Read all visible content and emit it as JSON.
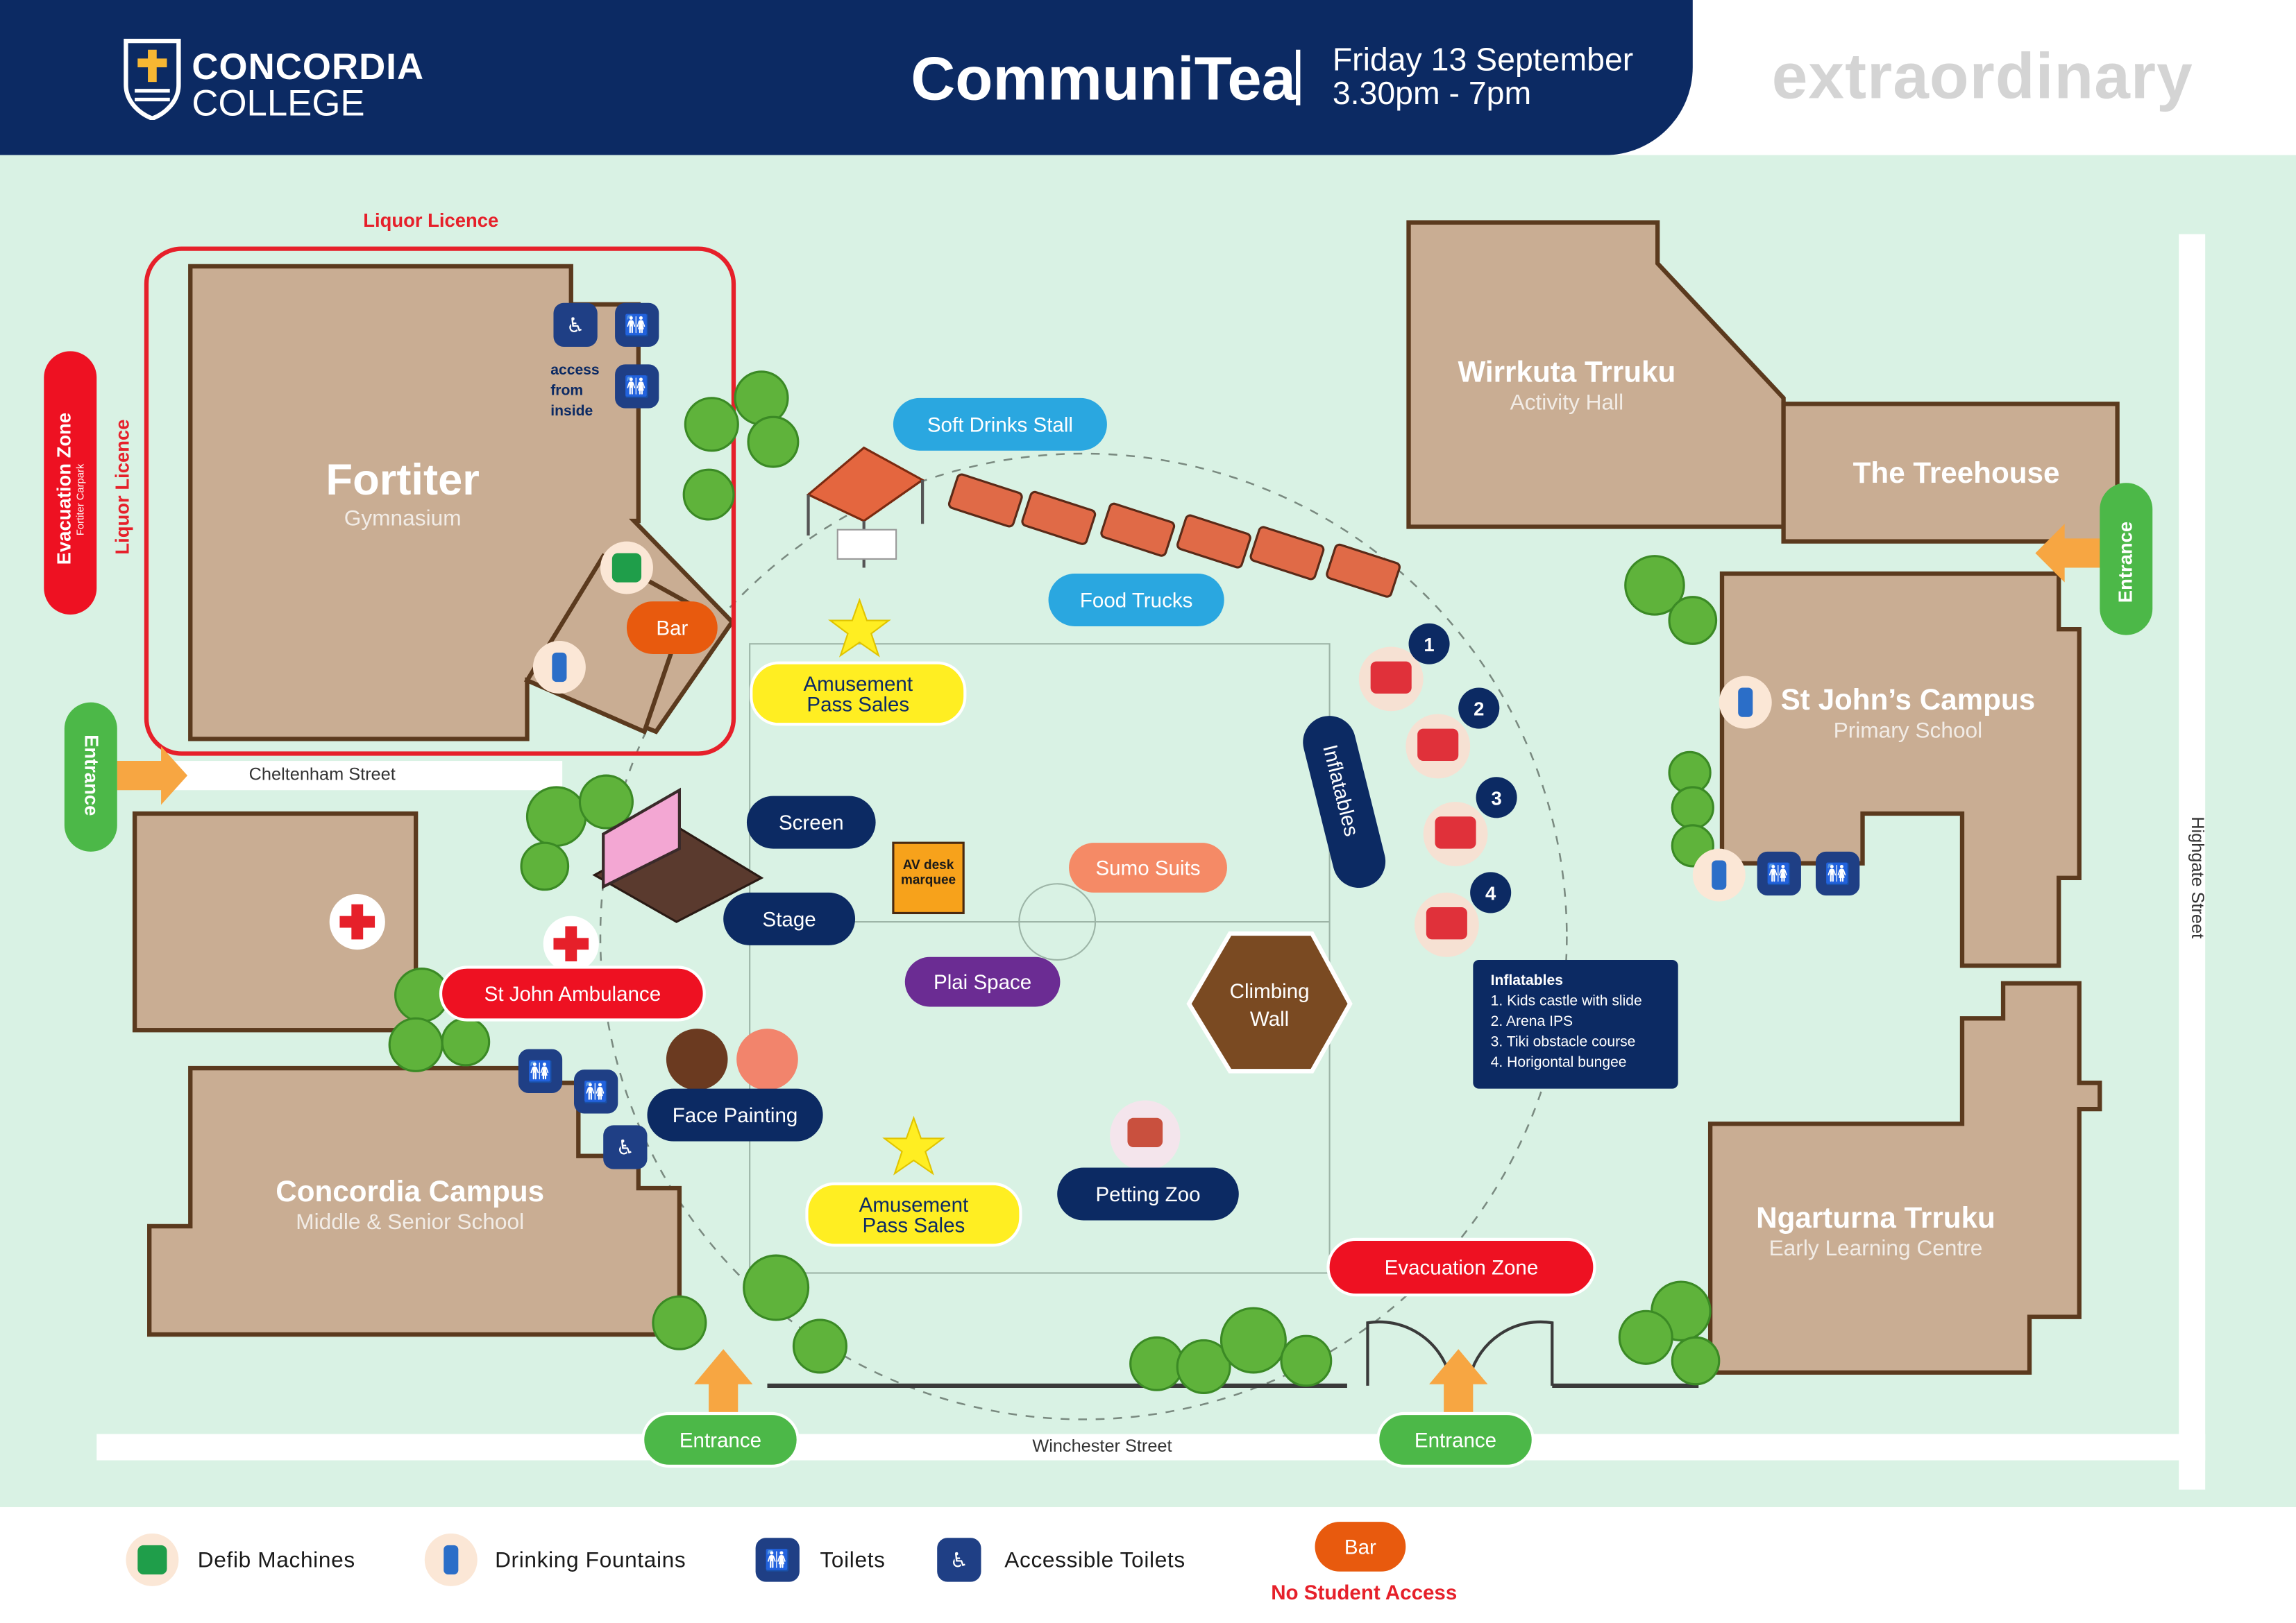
{
  "header": {
    "logo_line1": "CONCORDIA",
    "logo_line2": "COLLEGE",
    "event_title": "CommuniTea",
    "event_date": "Friday 13 September",
    "event_time": "3.30pm - 7pm",
    "tagline": "extraordinary"
  },
  "buildings": {
    "fortiter": {
      "name": "Fortiter",
      "sub": "Gymnasium"
    },
    "wirrkuta": {
      "name": "Wirrkuta Trruku",
      "sub": "Activity Hall"
    },
    "treehouse": {
      "name": "The Treehouse"
    },
    "stjohns": {
      "name": "St John’s Campus",
      "sub": "Primary School"
    },
    "concordia": {
      "name": "Concordia Campus",
      "sub": "Middle & Senior School"
    },
    "ngarturna": {
      "name": "Ngarturna Trruku",
      "sub": "Early Learning Centre"
    }
  },
  "labels": {
    "liquor_licence": "Liquor Licence",
    "evacuation_zone": "Evacuation Zone",
    "fortiter_carpark": "Fortiter Carpark",
    "access_line1": "access",
    "access_line2": "from",
    "access_line3": "inside",
    "av_desk1": "AV desk",
    "av_desk2": "marquee",
    "climbing_wall1": "Climbing",
    "climbing_wall2": "Wall"
  },
  "pills": {
    "soft_drinks": "Soft Drinks Stall",
    "food_trucks": "Food Trucks",
    "bar": "Bar",
    "amusement1_l1": "Amusement",
    "amusement1_l2": "Pass Sales",
    "amusement2_l1": "Amusement",
    "amusement2_l2": "Pass Sales",
    "screen": "Screen",
    "stage": "Stage",
    "sumo": "Sumo Suits",
    "plai": "Plai Space",
    "st_john_amb": "St John Ambulance",
    "face_painting": "Face Painting",
    "petting_zoo": "Petting Zoo",
    "evac_zone_bottom": "Evacuation Zone",
    "entrance_left": "Entrance",
    "entrance_right": "Entrance",
    "entrance_bottom1": "Entrance",
    "entrance_bottom2": "Entrance",
    "inflatables": "Inflatables"
  },
  "streets": {
    "cheltenham": "Cheltenham Street",
    "winchester": "Winchester Street",
    "highgate": "Highgate Street"
  },
  "inflatables": {
    "title": "Inflatables",
    "items": [
      "1. Kids castle with slide",
      "2. Arena IPS",
      "3. Tiki obstacle course",
      "4. Horigontal bungee"
    ],
    "numbers": [
      "1",
      "2",
      "3",
      "4"
    ]
  },
  "legend": {
    "defib": "Defib Machines",
    "fountains": "Drinking Fountains",
    "toilets": "Toilets",
    "accessible": "Accessible Toilets",
    "bar": "Bar",
    "no_student": "No Student Access"
  },
  "colors": {
    "navy": "#0c2a63",
    "map_green": "#d9f2e4",
    "building": "#c9ad93",
    "building_outline": "#5b3a1e",
    "red": "#ee1122",
    "green": "#4cb848",
    "sky": "#2aa7e0",
    "yellow": "#ffee22",
    "orange_arrow": "#f7a642"
  }
}
